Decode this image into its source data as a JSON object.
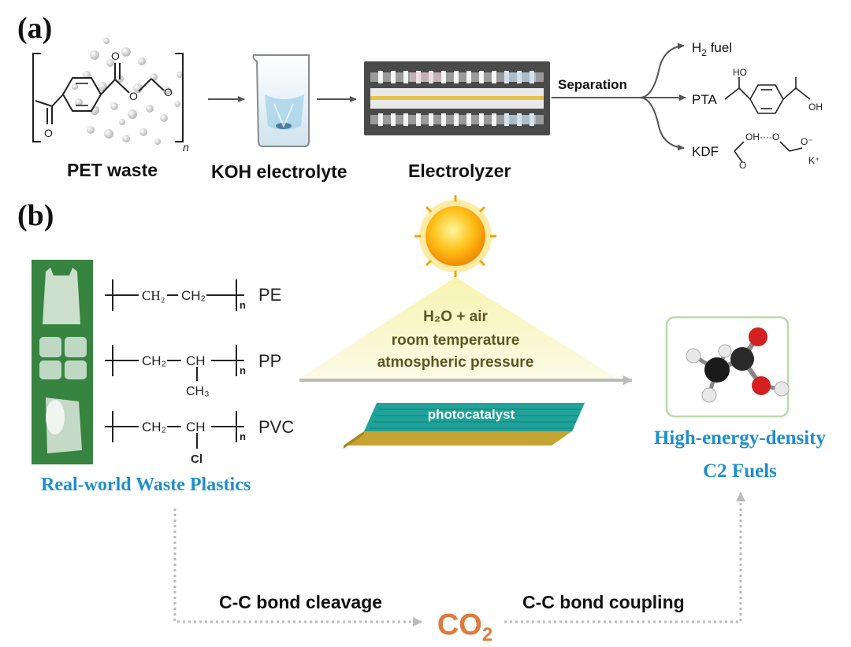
{
  "panel_a": {
    "label": "(a)",
    "steps": {
      "pet": "PET waste",
      "koh": "KOH electrolyte",
      "electrolyzer": "Electrolyzer"
    },
    "separation": "Separation",
    "polymer_repeat": "n",
    "products": {
      "h2": {
        "prefix": "H",
        "sub": "2",
        "suffix": " fuel"
      },
      "pta": "PTA",
      "kdf": "KDF",
      "ho": "HO",
      "oh": "OH",
      "k_plus": "K⁺",
      "o_minus": "O⁻",
      "oh_dots": "OH····O"
    }
  },
  "panel_b": {
    "label": "(b)",
    "plastics": [
      {
        "name": "PE",
        "units": [
          "CH₂",
          "CH₂"
        ],
        "substituent": ""
      },
      {
        "name": "PP",
        "units": [
          "CH₂",
          "CH"
        ],
        "substituent": "CH₃"
      },
      {
        "name": "PVC",
        "units": [
          "CH₂",
          "CH"
        ],
        "substituent": "Cl"
      }
    ],
    "repeat": "n",
    "waste_caption": "Real-world Waste Plastics",
    "conditions": [
      "H₂O + air",
      "room temperature",
      "atmospheric pressure"
    ],
    "catalyst": "photocatalyst",
    "fuels_caption": [
      "High-energy-density",
      "C2 Fuels"
    ],
    "cleavage": "C-C bond cleavage",
    "coupling": "C-C bond coupling",
    "co2": {
      "main": "CO",
      "sub": "2"
    }
  },
  "colors": {
    "blue_text": "#1f8fca",
    "co2": "#e07a3a",
    "sun": "#f5a800",
    "triangle": "#f3f1a8",
    "catalyst_top": "#1fa39a",
    "molecule_red": "#d42020",
    "box_border": "#b8dca8"
  }
}
